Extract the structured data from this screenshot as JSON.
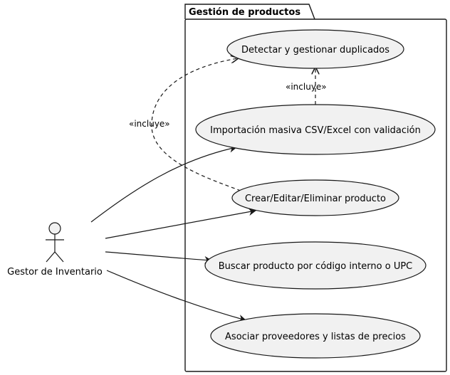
{
  "package": {
    "title": "Gestión de productos"
  },
  "actor": {
    "label": "Gestor de Inventario"
  },
  "use_cases": [
    {
      "id": "uc_duplicados",
      "label": "Detectar y gestionar duplicados"
    },
    {
      "id": "uc_importacion",
      "label": "Importación masiva CSV/Excel con validación"
    },
    {
      "id": "uc_crud",
      "label": "Crear/Editar/Eliminar producto"
    },
    {
      "id": "uc_buscar",
      "label": "Buscar producto por código interno o UPC"
    },
    {
      "id": "uc_proveedores",
      "label": "Asociar proveedores y listas de precios"
    }
  ],
  "relations": {
    "include_label": "«incluye»",
    "associations": [
      "uc_importacion",
      "uc_crud",
      "uc_buscar",
      "uc_proveedores"
    ],
    "includes": [
      {
        "from": "uc_importacion",
        "to": "uc_duplicados"
      },
      {
        "from": "uc_crud",
        "to": "uc_duplicados"
      }
    ]
  },
  "colors": {
    "usecase_fill": "#f1f1f1",
    "stroke": "#181818",
    "background": "#ffffff"
  }
}
